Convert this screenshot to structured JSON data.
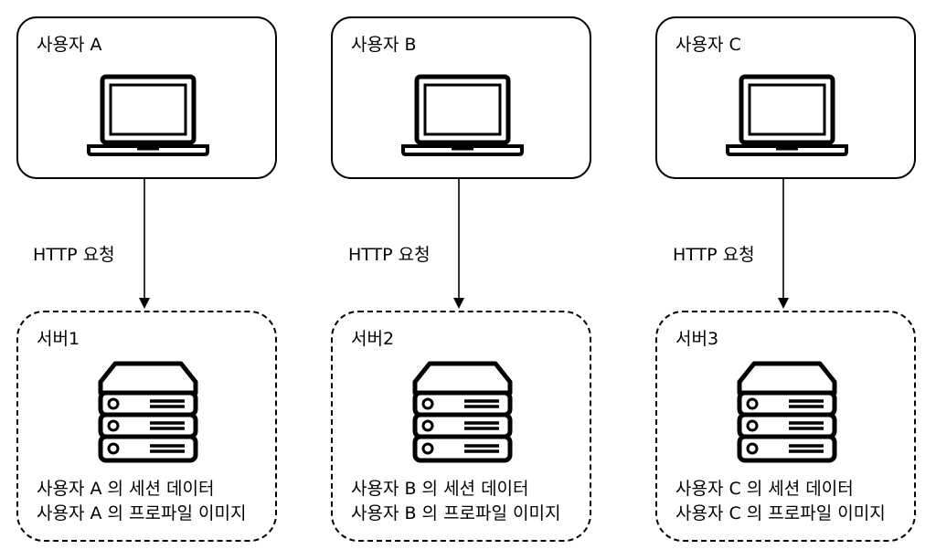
{
  "columns": [
    {
      "user_title": "사용자 A",
      "request_label": "HTTP 요청",
      "server_title": "서버1",
      "server_lines": [
        "사용자 A 의 세션 데이터",
        "사용자 A 의 프로파일 이미지"
      ]
    },
    {
      "user_title": "사용자 B",
      "request_label": "HTTP 요청",
      "server_title": "서버2",
      "server_lines": [
        "사용자 B 의 세션 데이터",
        "사용자 B 의 프로파일 이미지"
      ]
    },
    {
      "user_title": "사용자 C",
      "request_label": "HTTP 요청",
      "server_title": "서버3",
      "server_lines": [
        "사용자 C 의 세션 데이터",
        "사용자 C 의 프로파일 이미지"
      ]
    }
  ],
  "icons": {
    "user": "laptop-icon",
    "server": "server-rack-icon"
  }
}
